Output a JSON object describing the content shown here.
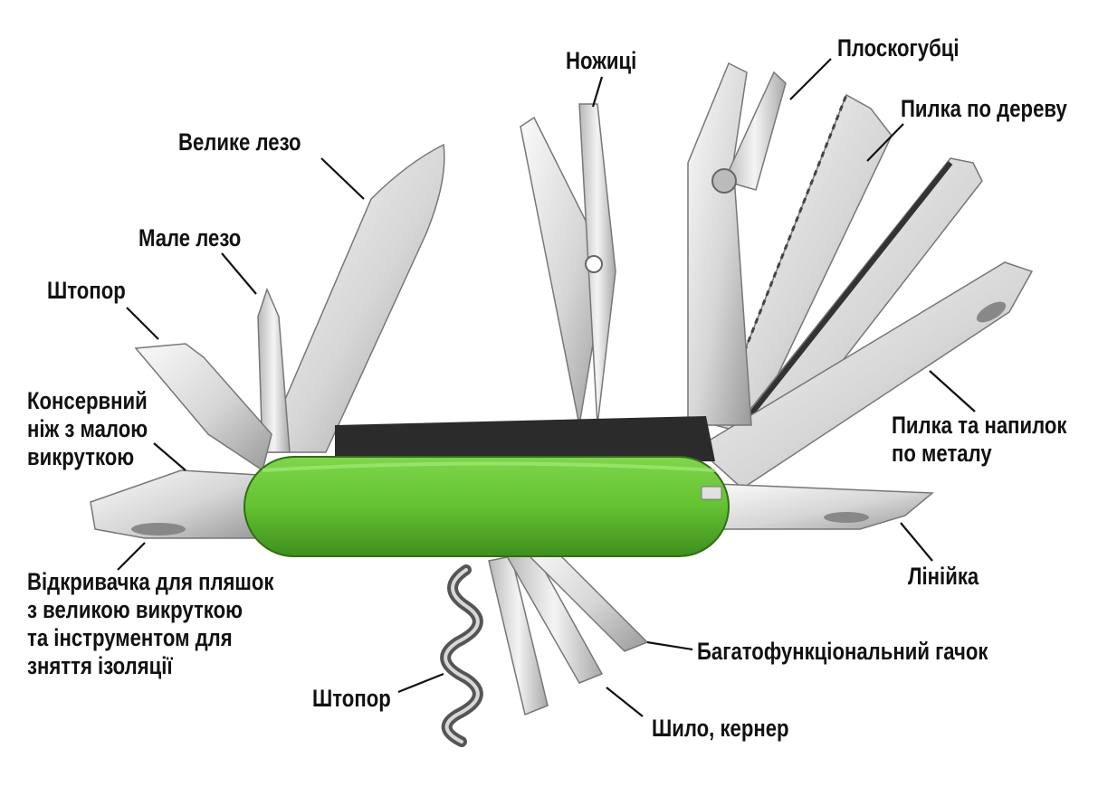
{
  "colors": {
    "handle": "#63c232",
    "handle_dark": "#3f8f1c",
    "steel_light": "#f2f2f2",
    "steel_mid": "#cfcfcf",
    "steel_dark": "#8f8f8f",
    "text": "#111111"
  },
  "labels": {
    "large_blade": "Велике лезо",
    "small_blade": "Мале лезо",
    "corkscrew_top": "Штопор",
    "can_opener": [
      "Консервний",
      "ніж з малою",
      "викруткою"
    ],
    "bottle_opener": [
      "Відкривачка для пляшок",
      "з великою викруткою",
      "та інструментом для",
      "зняття ізоляції"
    ],
    "corkscrew_bottom": "Штопор",
    "scissors": "Ножиці",
    "pliers": "Плоскогубці",
    "wood_saw": "Пилка по дереву",
    "metal_saw_file": [
      "Пилка та напилок",
      "по металу"
    ],
    "ruler": "Лінійка",
    "multi_hook": "Багатофункціональний гачок",
    "awl": "Шило, кернер"
  }
}
